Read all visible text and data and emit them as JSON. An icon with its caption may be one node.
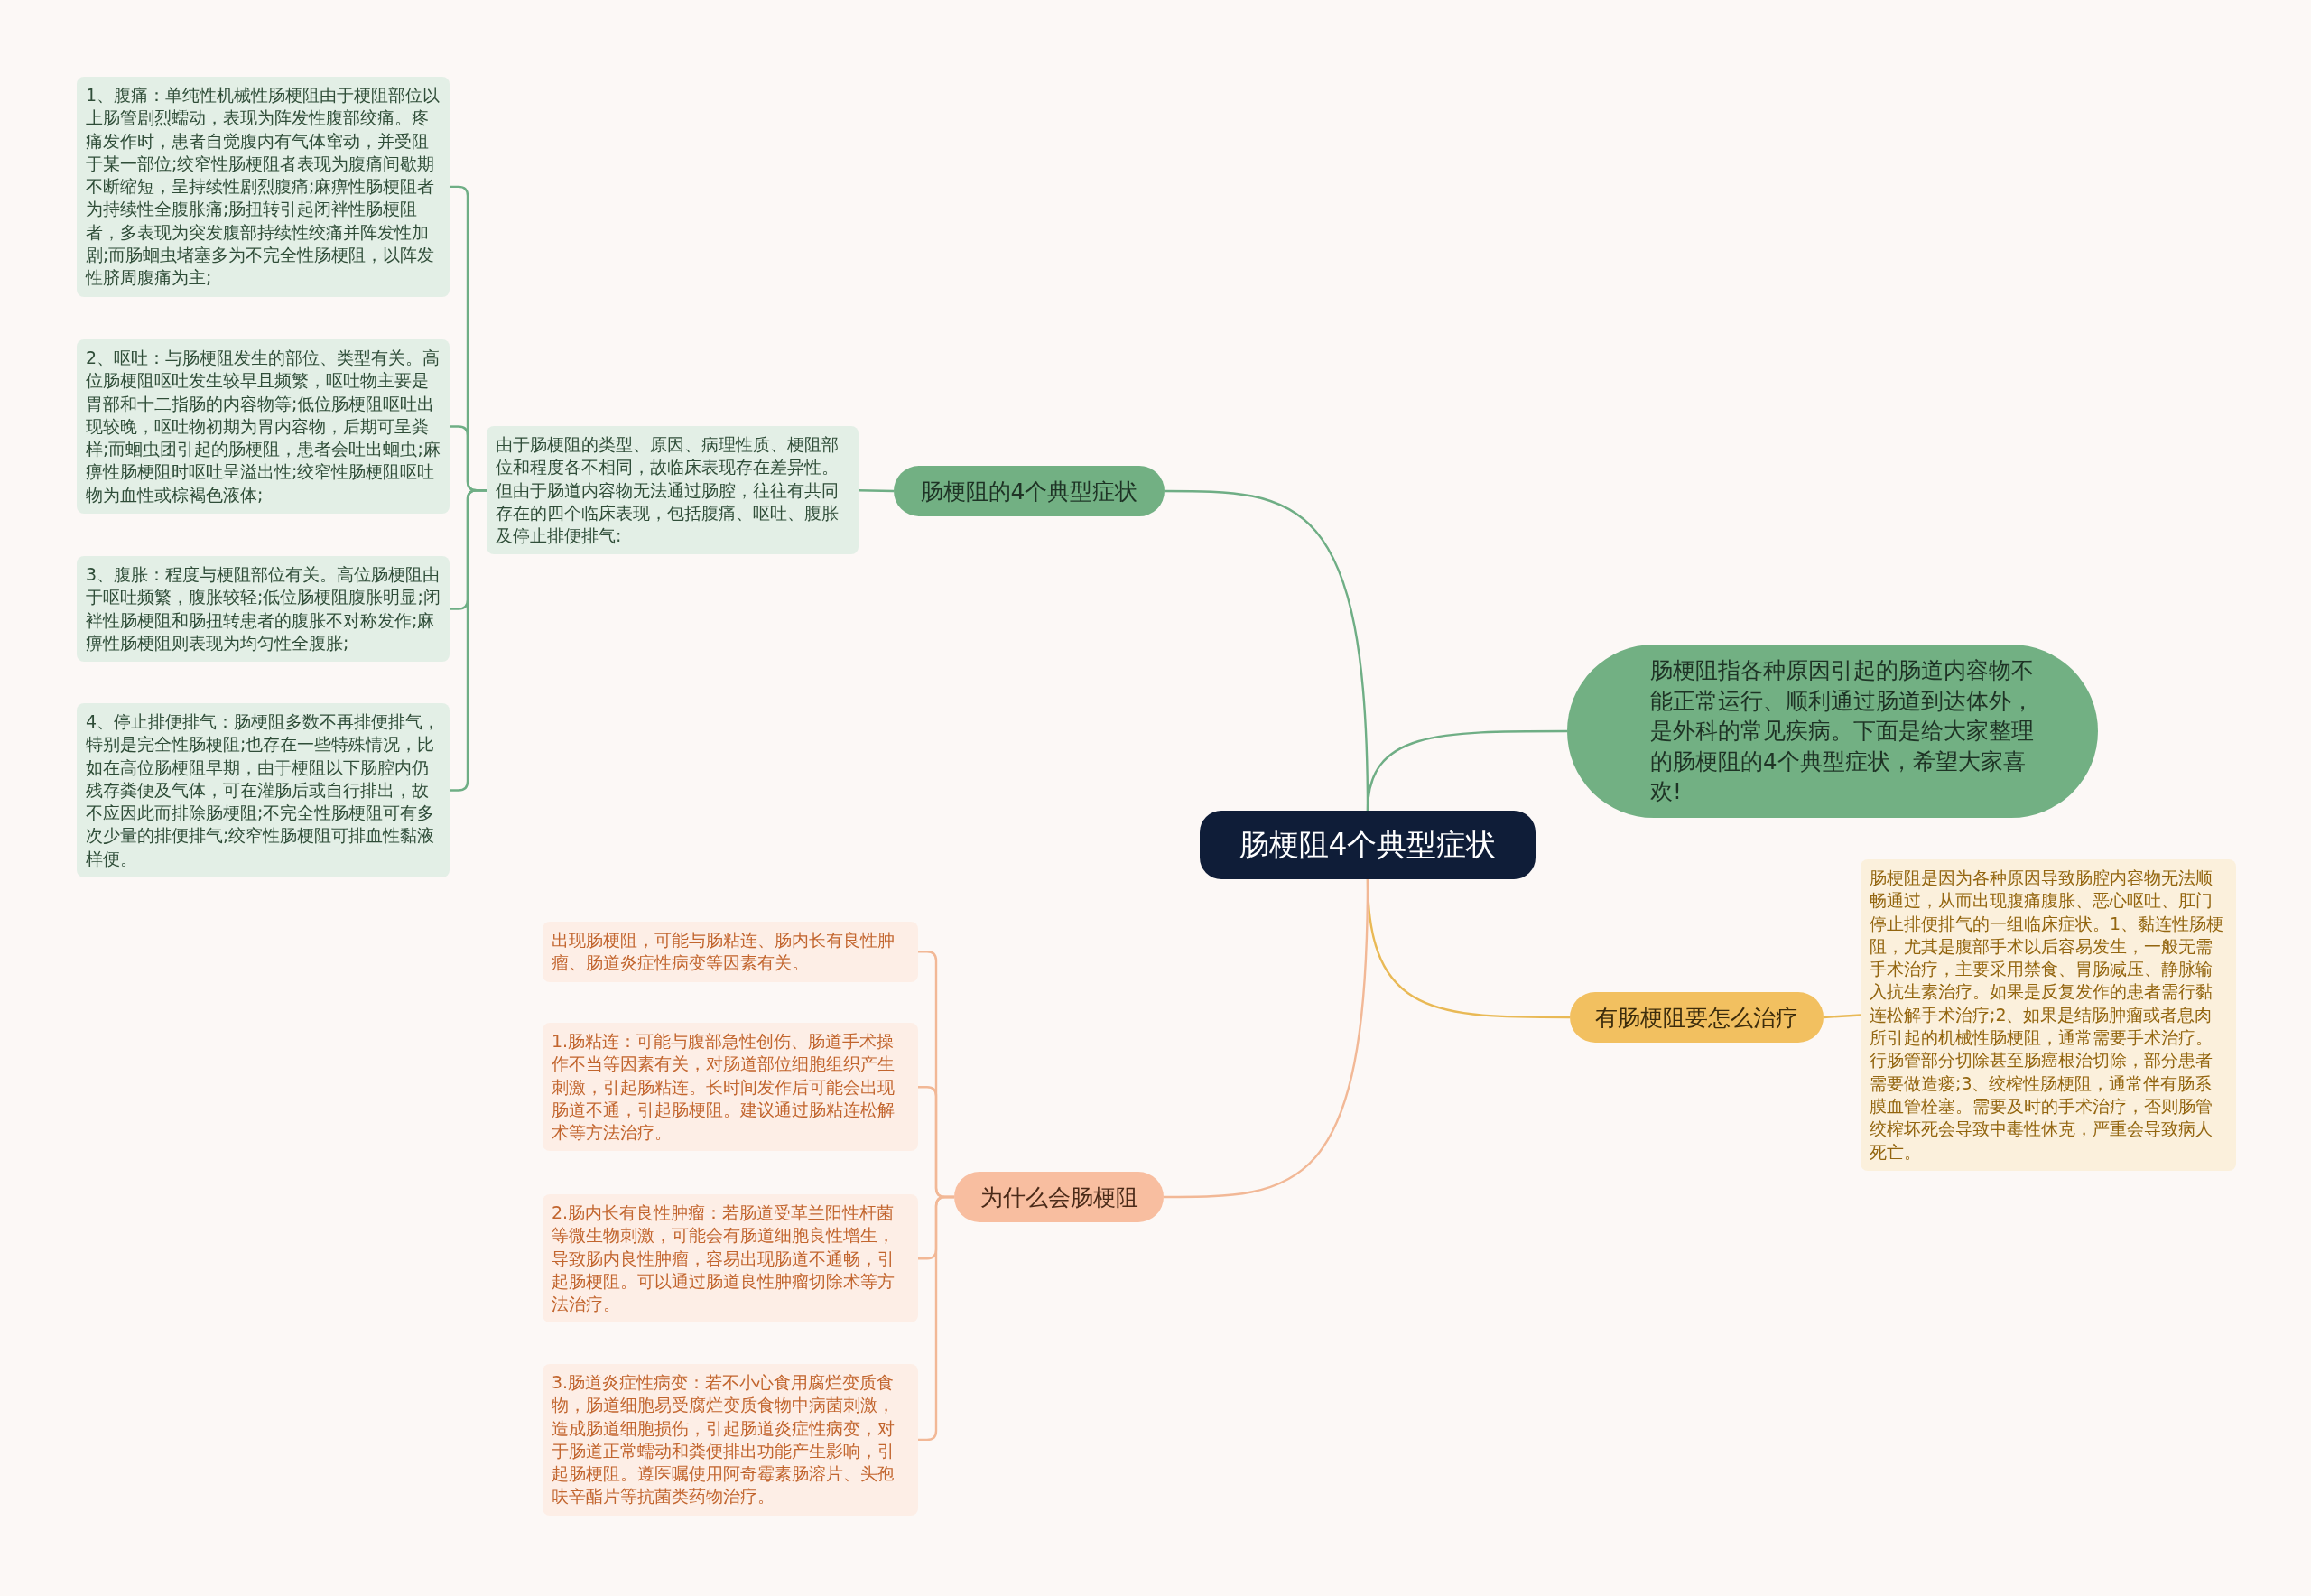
{
  "diagram": {
    "nodes": [
      {
        "text": [
          "肠梗阻4个典型症状"
        ]
      },
      {
        "text": [
          "肠梗阻指各种原因引起的肠道内容物不能正常运行、顺利通过肠道到达体外，是外科的常见疾病。下面是给大家整理的肠梗阻的4个典型症状，希望大家喜欢!"
        ]
      },
      {
        "text": [
          "肠梗阻的4个典型症状"
        ]
      },
      {
        "text": [
          "由于肠梗阻的类型、原因、病理性质、梗阻部位和程度各不相同，故临床表现存在差异性。但由于肠道内容物无法通过肠腔，往往有共同存在的四个临床表现，包括腹痛、呕吐、腹胀及停止排便排气:"
        ]
      },
      {
        "text": [
          "1、腹痛：单纯性机械性肠梗阻由于梗阻部位以上肠管剧烈蠕动，表现为阵发性腹部绞痛。疼痛发作时，患者自觉腹内有气体窜动，并受阻于某一部位;绞窄性肠梗阻者表现为腹痛间歇期不断缩短，呈持续性剧烈腹痛;麻痹性肠梗阻者为持续性全腹胀痛;肠扭转引起闭袢性肠梗阻者，多表现为突发腹部持续性绞痛并阵发性加剧;而肠蛔虫堵塞多为不完全性肠梗阻，以阵发性脐周腹痛为主;"
        ]
      },
      {
        "text": [
          "2、呕吐：与肠梗阻发生的部位、类型有关。高位肠梗阻呕吐发生较早且频繁，呕吐物主要是胃部和十二指肠的内容物等;低位肠梗阻呕吐出现较晚，呕吐物初期为胃内容物，后期可呈粪样;而蛔虫团引起的肠梗阻，患者会吐出蛔虫;麻痹性肠梗阻时呕吐呈溢出性;绞窄性肠梗阻呕吐物为血性或棕褐色液体;"
        ]
      },
      {
        "text": [
          "3、腹胀：程度与梗阻部位有关。高位肠梗阻由于呕吐频繁，腹胀较轻;低位肠梗阻腹胀明显;闭袢性肠梗阻和肠扭转患者的腹胀不对称发作;麻痹性肠梗阻则表现为均匀性全腹胀;"
        ]
      },
      {
        "text": [
          "4、停止排便排气：肠梗阻多数不再排便排气，特别是完全性肠梗阻;也存在一些特殊情况，比如在高位肠梗阻早期，由于梗阻以下肠腔内仍残存粪便及气体，可在灌肠后或自行排出，故不应因此而排除肠梗阻;不完全性肠梗阻可有多次少量的排便排气;绞窄性肠梗阻可排血性黏液样便。"
        ]
      },
      {
        "text": [
          "有肠梗阻要怎么治疗"
        ]
      },
      {
        "text": [
          "肠梗阻是因为各种原因导致肠腔内容物无法顺畅通过，从而出现腹痛腹胀、恶心呕吐、肛门停止排便排气的一组临床症状。1、黏连性肠梗阻，尤其是腹部手术以后容易发生，一般无需手术治疗，主要采用禁食、胃肠减压、静脉输入抗生素治疗。如果是反复发作的患者需行黏连松解手术治疗;2、如果是结肠肿瘤或者息肉所引起的机械性肠梗阻，通常需要手术治疗。行肠管部分切除甚至肠癌根治切除，部分患者需要做造瘘;3、绞榨性肠梗阻，通常伴有肠系膜血管栓塞。需要及时的手术治疗，否则肠管绞榨坏死会导致中毒性休克，严重会导致病人死亡。"
        ]
      },
      {
        "text": [
          "为什么会肠梗阻"
        ]
      },
      {
        "text": [
          "出现肠梗阻，可能与肠粘连、肠内长有良性肿瘤、肠道炎症性病变等因素有关。"
        ]
      },
      {
        "text": [
          "1.肠粘连：可能与腹部急性创伤、肠道手术操作不当等因素有关，对肠道部位细胞组织产生刺激，引起肠粘连。长时间发作后可能会出现肠道不通，引起肠梗阻。建议通过肠粘连松解术等方法治疗。"
        ]
      },
      {
        "text": [
          "2.肠内长有良性肿瘤：若肠道受革兰阳性杆菌等微生物刺激，可能会有肠道细胞良性增生，导致肠内良性肿瘤，容易出现肠道不通畅，引起肠梗阻。可以通过肠道良性肿瘤切除术等方法治疗。"
        ]
      },
      {
        "text": [
          "3.肠道炎症性病变：若不小心食用腐烂变质食物，肠道细胞易受腐烂变质食物中病菌刺激，造成肠道细胞损伤，引起肠道炎症性病变，对于肠道正常蠕动和粪便排出功能产生影响，引起肠梗阻。遵医嘱使用阿奇霉素肠溶片、头孢呋辛酯片等抗菌类药物治疗。"
        ]
      }
    ],
    "edges": [
      {
        "from": 0,
        "to": 1,
        "arrow": "none"
      },
      {
        "from": 0,
        "to": 2,
        "arrow": "none"
      },
      {
        "from": 2,
        "to": 3,
        "arrow": "none"
      },
      {
        "from": 3,
        "to": 4,
        "arrow": "none"
      },
      {
        "from": 3,
        "to": 5,
        "arrow": "none"
      },
      {
        "from": 3,
        "to": 6,
        "arrow": "none"
      },
      {
        "from": 3,
        "to": 7,
        "arrow": "none"
      },
      {
        "from": 0,
        "to": 8,
        "arrow": "none",
        "color": "#e9b955"
      },
      {
        "from": 8,
        "to": 9,
        "arrow": "none",
        "color": "#e9b955"
      },
      {
        "from": 0,
        "to": 10,
        "arrow": "none",
        "color": "#f2b896"
      },
      {
        "from": 10,
        "to": 11,
        "arrow": "none",
        "color": "#f2b896"
      },
      {
        "from": 10,
        "to": 12,
        "arrow": "none",
        "color": "#f2b896"
      },
      {
        "from": 10,
        "to": 13,
        "arrow": "none",
        "color": "#f2b896"
      },
      {
        "from": 10,
        "to": 14,
        "arrow": "none",
        "color": "#f2b896"
      }
    ]
  }
}
